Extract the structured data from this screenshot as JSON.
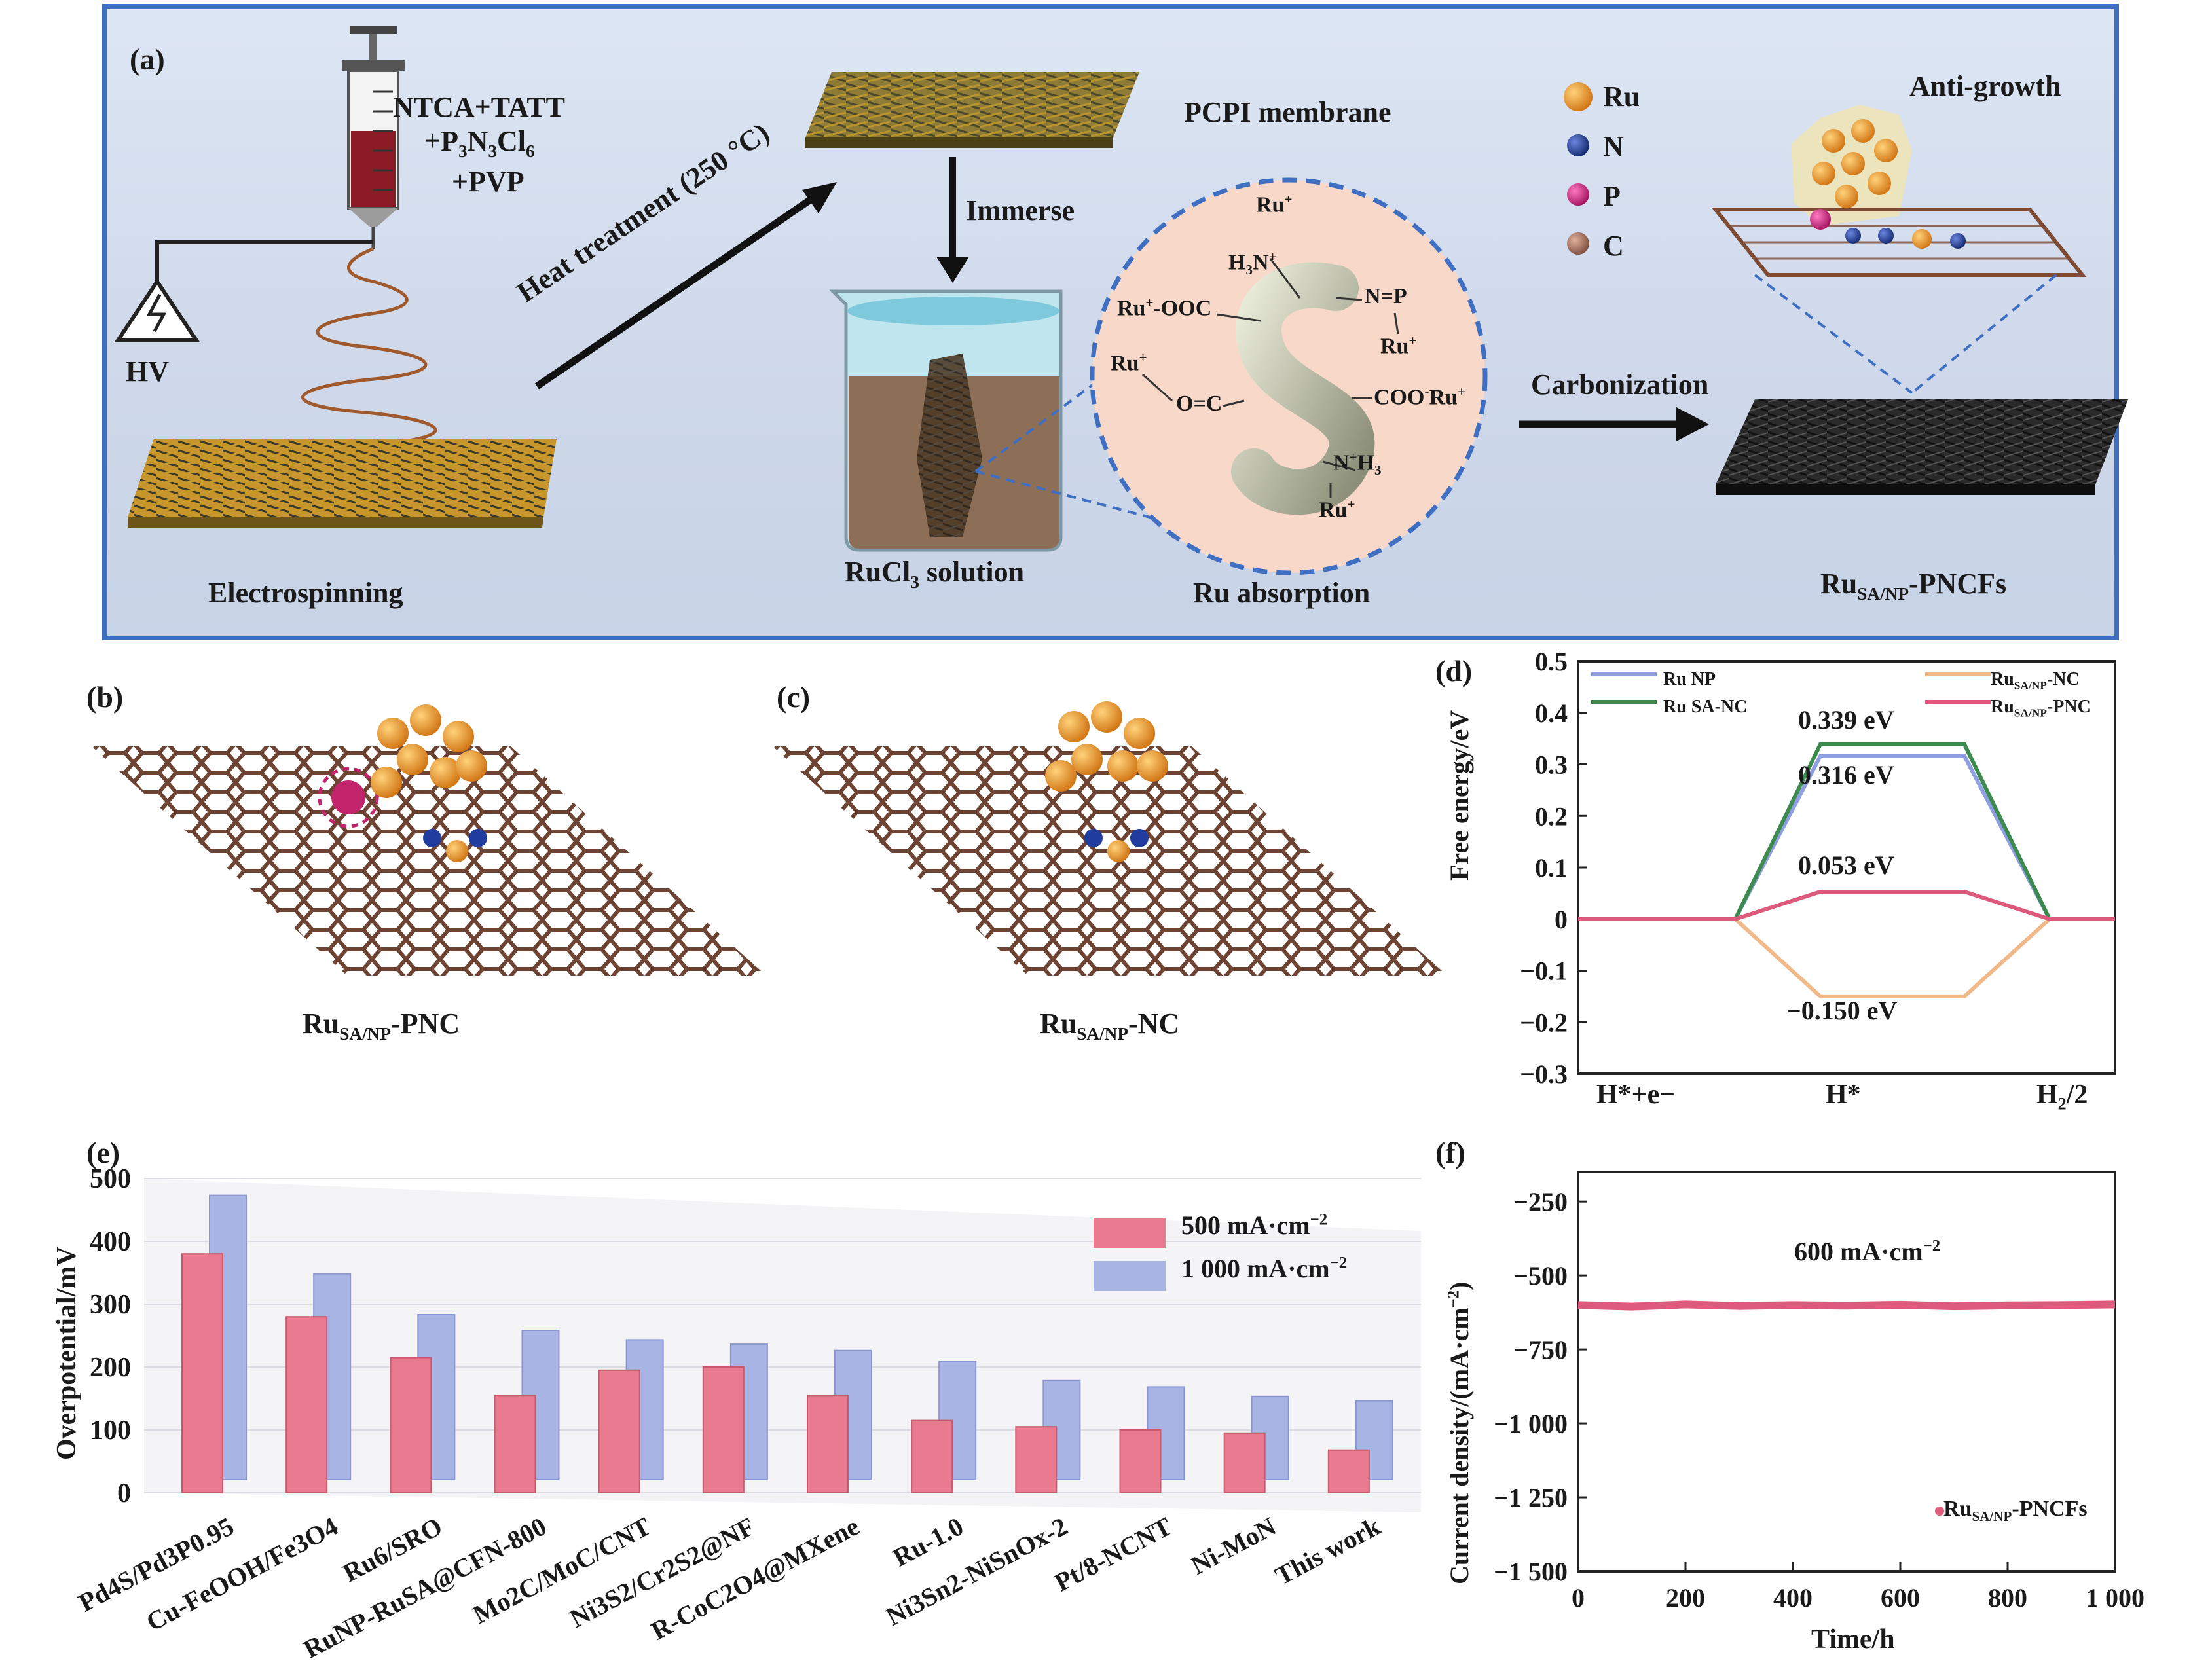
{
  "panel_a": {
    "label": "(a)",
    "syringe_text": [
      "NTCA+TATT",
      "+P3N3Cl6",
      "+PVP"
    ],
    "hv": "HV",
    "electrospinning": "Electrospinning",
    "heat_treatment": "Heat treatment (250 °C)",
    "pcpi_membrane": "PCPI membrane",
    "immerse": "Immerse",
    "rucl3_solution": "RuCl3 solution",
    "ru_absorption": "Ru absorption",
    "carbonization": "Carbonization",
    "product": "RuSA/NP-PNCFs",
    "anti_growth": "Anti-growth",
    "legend": [
      {
        "label": "Ru",
        "color": "#e8921c"
      },
      {
        "label": "N",
        "color": "#1f3c9e"
      },
      {
        "label": "P",
        "color": "#d6268a"
      },
      {
        "label": "C",
        "color": "#a06a55"
      }
    ],
    "molecule_labels": [
      "Ru+",
      "H3N+",
      "Ru+-OOC",
      "N=P",
      "Ru+",
      "Ru+",
      "O=C",
      "COO-Ru+",
      "N+H3",
      "Ru+"
    ]
  },
  "panel_b": {
    "label": "(b)",
    "caption": "RuSA/NP-PNC"
  },
  "panel_c": {
    "label": "(c)",
    "caption": "RuSA/NP-NC"
  },
  "colors": {
    "bar500": "#e97a8f",
    "bar1000": "#a8b4e4",
    "ruNP": "#8f9ee0",
    "ruSANC": "#3d8a4e",
    "ruNC": "#f0b98a",
    "ruPNC": "#de5a7c",
    "frame": "#3f6fc2"
  },
  "chart_data": [
    {
      "panel": "(d)",
      "type": "line",
      "ylabel": "Free energy/eV",
      "categories": [
        "H*+e−",
        "H*",
        "H2/2"
      ],
      "ylim": [
        -0.3,
        0.5
      ],
      "yticks": [
        "0.5",
        "0.4",
        "0.3",
        "0.2",
        "0.1",
        "0",
        "−0.1",
        "−0.2",
        "−0.3"
      ],
      "series": [
        {
          "name": "Ru NP",
          "values": [
            0,
            0.316,
            0
          ]
        },
        {
          "name": "Ru SA-NC",
          "values": [
            0,
            0.339,
            0
          ]
        },
        {
          "name": "RuSA/NP-NC",
          "values": [
            0,
            -0.15,
            0
          ]
        },
        {
          "name": "RuSA/NP-PNC",
          "values": [
            0,
            0.053,
            0
          ]
        }
      ],
      "annotations": [
        "0.339 eV",
        "0.316 eV",
        "0.053 eV",
        "−0.150 eV"
      ]
    },
    {
      "panel": "(e)",
      "type": "bar",
      "ylabel": "Overpotential/mV",
      "ylim": [
        0,
        500
      ],
      "yticks": [
        "500",
        "400",
        "300",
        "200",
        "100",
        "0"
      ],
      "categories": [
        "Pd4S/Pd3P0.95",
        "Cu-FeOOH/Fe3O4",
        "Ru6/SRO",
        "RuNP-RuSA@CFN-800",
        "Mo2C/MoC/CNT",
        "Ni3S2/Cr2S2@NF",
        "R-CoC2O4@MXene",
        "Ru-1.0",
        "Ni3Sn2-NiSnOx-2",
        "Pt/8-NCNT",
        "Ni-MoN",
        "This work"
      ],
      "series": [
        {
          "name": "500 mA·cm−2",
          "values": [
            380,
            280,
            215,
            155,
            195,
            200,
            155,
            115,
            105,
            100,
            95,
            68
          ]
        },
        {
          "name": "1 000 mA·cm−2",
          "values": [
            465,
            340,
            275,
            250,
            235,
            228,
            218,
            200,
            170,
            160,
            145,
            138
          ]
        }
      ]
    },
    {
      "panel": "(f)",
      "type": "line",
      "xlabel": "Time/h",
      "ylabel": "Current density/(mA·cm−2)",
      "xlim": [
        0,
        1000
      ],
      "ylim": [
        -1500,
        -150
      ],
      "xticks": [
        "0",
        "200",
        "400",
        "600",
        "800",
        "1 000"
      ],
      "yticks": [
        "−250",
        "−500",
        "−750",
        "−1 000",
        "−1 250",
        "−1 500"
      ],
      "series": [
        {
          "name": "RuSA/NP-PNCFs",
          "x": [
            0,
            100,
            200,
            300,
            400,
            500,
            600,
            700,
            800,
            900,
            1000
          ],
          "values": [
            -600,
            -605,
            -598,
            -603,
            -600,
            -602,
            -599,
            -604,
            -601,
            -600,
            -598
          ]
        }
      ],
      "annotations": [
        "600 mA·cm−2"
      ]
    }
  ]
}
